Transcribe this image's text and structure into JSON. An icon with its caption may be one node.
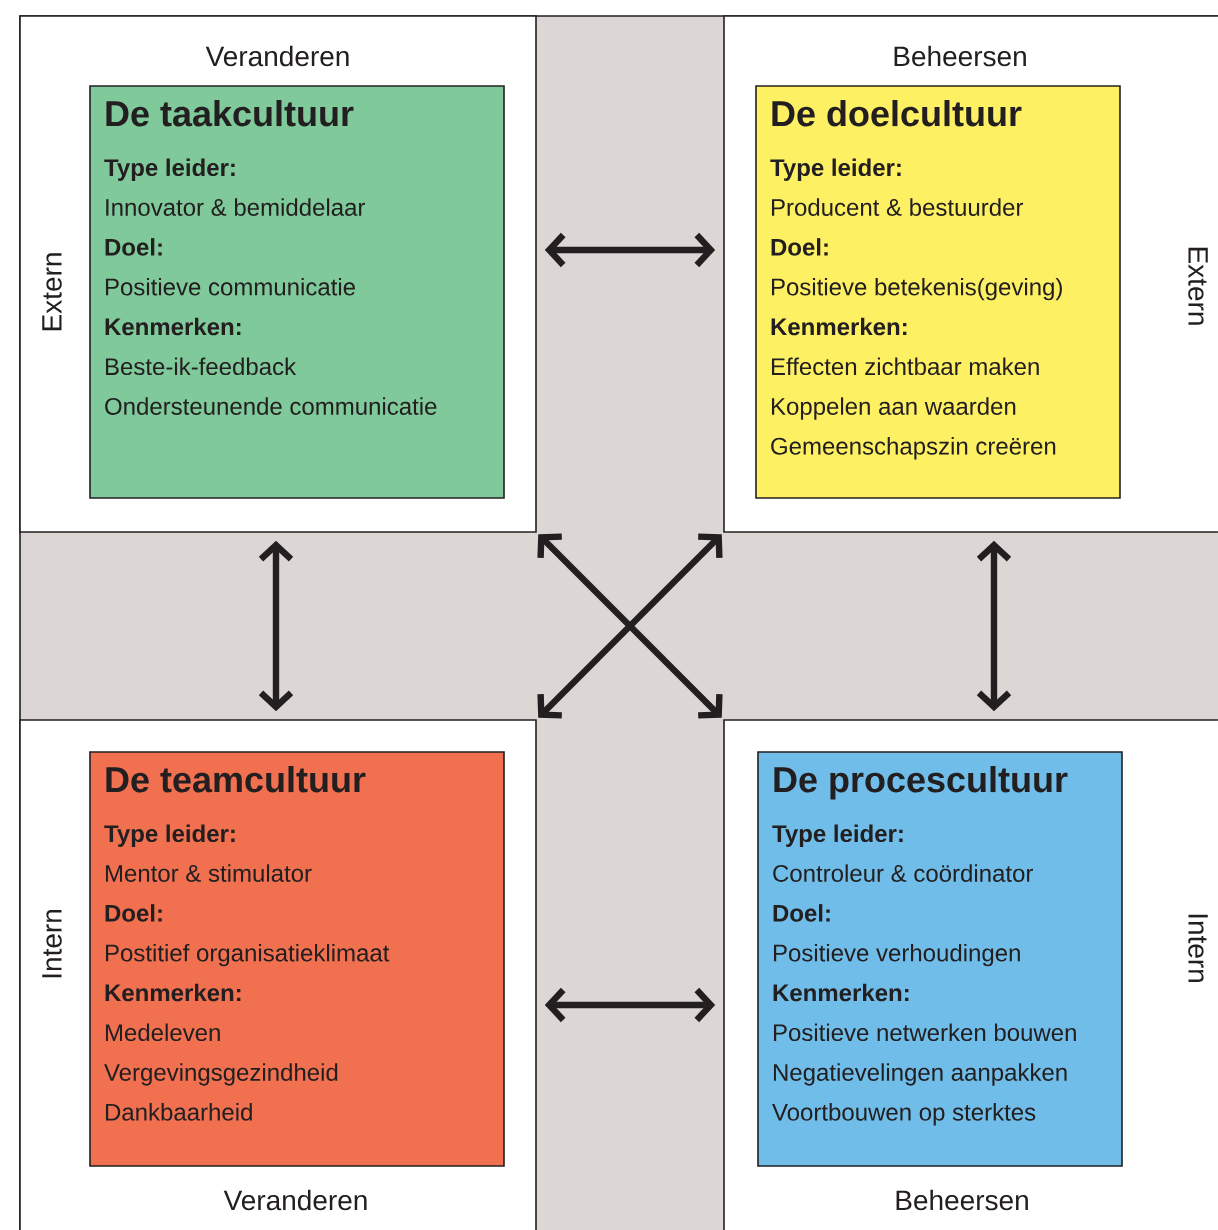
{
  "diagram": {
    "nodes": [
      {
        "text": [
          "Veranderen",
          "Extern"
        ]
      },
      {
        "text": [
          "De taakcultuur",
          "Type leider:",
          "Innovator & bemiddelaar",
          "Doel:",
          "Positieve communicatie",
          "Kenmerken:",
          "Beste-ik-feedback",
          "Ondersteunende communicatie"
        ],
        "in": 0
      },
      {
        "text": [
          "Beheersen",
          "Extern"
        ]
      },
      {
        "text": [
          "De doelcultuur",
          "Type leider:",
          "Producent & bestuurder",
          "Doel:",
          "Positieve betekenis(geving)",
          "Kenmerken:",
          "Effecten zichtbaar maken",
          "Koppelen aan waarden",
          "Gemeenschapszin creëren"
        ],
        "in": 2
      },
      {
        "text": [
          "Intern",
          "Veranderen"
        ]
      },
      {
        "text": [
          "De teamcultuur",
          "Type leider:",
          "Mentor & stimulator",
          "Doel:",
          "Postitief organisatieklimaat",
          "Kenmerken:",
          "Medeleven",
          "Vergevingsgezindheid",
          "Dankbaarheid"
        ],
        "in": 4
      },
      {
        "text": [
          "Intern",
          "Beheersen"
        ]
      },
      {
        "text": [
          "De procescultuur",
          "Type leider:",
          "Controleur & coördinator",
          "Doel:",
          "Positieve verhoudingen",
          "Kenmerken:",
          "Positieve netwerken bouwen",
          "Negatievelingen aanpakken",
          "Voortbouwen op sterktes"
        ],
        "in": 6
      }
    ],
    "edges": [
      {
        "from": 0,
        "to": 2,
        "arrow": "both"
      },
      {
        "from": 0,
        "to": 4,
        "arrow": "both"
      },
      {
        "from": 2,
        "to": 6,
        "arrow": "both"
      },
      {
        "from": 0,
        "to": 6,
        "arrow": "both"
      },
      {
        "from": 2,
        "to": 4,
        "arrow": "both"
      },
      {
        "from": 4,
        "to": 6,
        "arrow": "both"
      }
    ]
  }
}
